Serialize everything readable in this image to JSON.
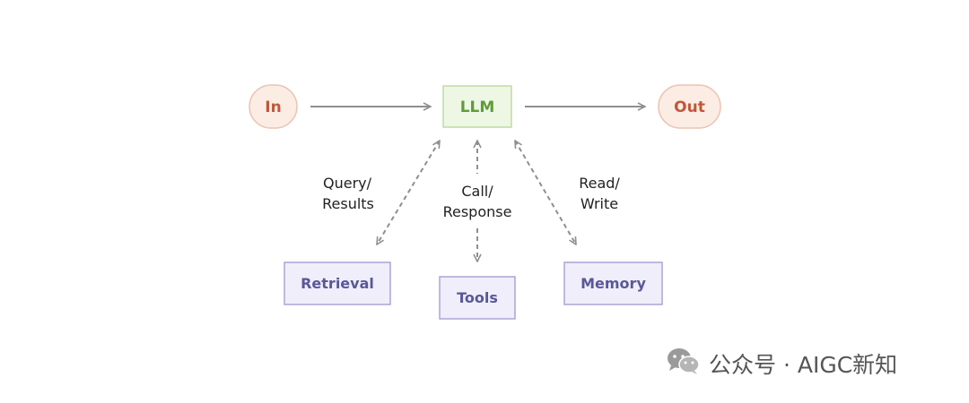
{
  "nodes": {
    "in": {
      "label": "In"
    },
    "llm": {
      "label": "LLM"
    },
    "out": {
      "label": "Out"
    },
    "retrieval": {
      "label": "Retrieval"
    },
    "tools": {
      "label": "Tools"
    },
    "memory": {
      "label": "Memory"
    }
  },
  "edges": {
    "query_results": {
      "line1": "Query/",
      "line2": "Results"
    },
    "call_response": {
      "line1": "Call/",
      "line2": "Response"
    },
    "read_write": {
      "line1": "Read/",
      "line2": "Write"
    }
  },
  "colors": {
    "io_fill": "#fbece4",
    "io_stroke": "#e9c4b2",
    "io_text": "#c0573a",
    "llm_fill": "#eef6e4",
    "llm_stroke": "#bfdca4",
    "llm_text": "#5e9c3a",
    "tool_fill": "#efeefa",
    "tool_stroke": "#a9a5d6",
    "tool_text": "#5a5898",
    "arrow": "#8f8f8f"
  },
  "watermark": {
    "text": "公众号 · AIGC新知",
    "icon": "wechat-icon"
  }
}
